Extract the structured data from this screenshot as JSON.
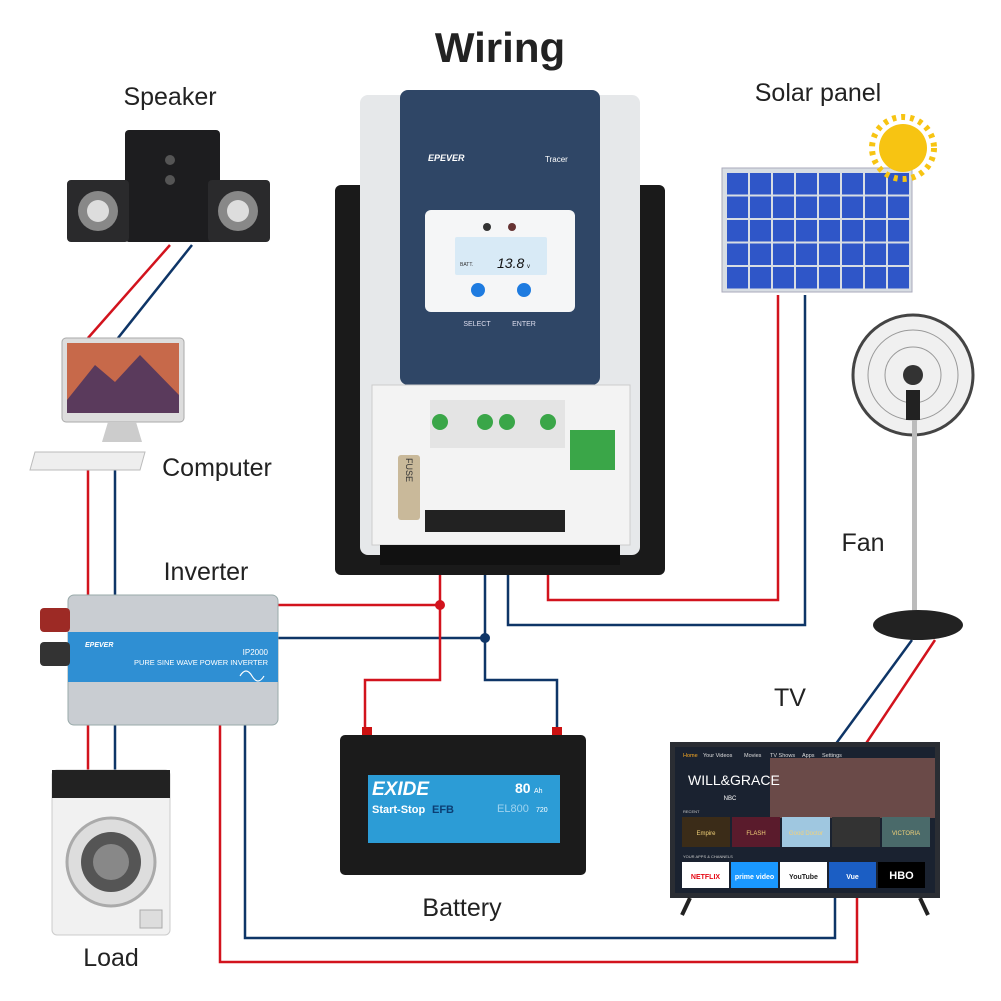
{
  "title": "Wiring",
  "labels": {
    "speaker": "Speaker",
    "solar_panel": "Solar panel",
    "computer": "Computer",
    "inverter": "Inverter",
    "fan": "Fan",
    "tv": "TV",
    "battery": "Battery",
    "load": "Load"
  },
  "controller": {
    "brand": "EPEVER",
    "model": "Tracer",
    "batt_label": "BATT.",
    "voltage": "13.8",
    "unit": "v",
    "select_label": "SELECT",
    "enter_label": "ENTER",
    "fuse_label": "FUSE"
  },
  "inverter": {
    "brand": "EPEVER",
    "model": "IP2000",
    "description": "PURE SINE WAVE POWER INVERTER"
  },
  "battery": {
    "brand": "EXIDE",
    "line": "Start-Stop",
    "type": "EFB",
    "capacity": "80",
    "capacity_unit": "Ah",
    "model": "EL800",
    "cca": "720"
  },
  "tv": {
    "menu": [
      "Home",
      "Your Videos",
      "Movies",
      "TV Shows",
      "Apps",
      "Settings"
    ],
    "featured": "WILL&GRACE",
    "network": "NBC",
    "recent_label": "RECENT",
    "recent": [
      "Empire",
      "FLASH",
      "Good Doctor",
      "",
      "VICTORIA"
    ],
    "apps_label": "YOUR APPS & CHANNELS",
    "apps": [
      "NETFLIX",
      "prime video",
      "YouTube",
      "Vue",
      "HBO"
    ]
  },
  "colors": {
    "positive_wire": "#d2131d",
    "negative_wire": "#0e3567",
    "controller_body": "#2f4666"
  }
}
